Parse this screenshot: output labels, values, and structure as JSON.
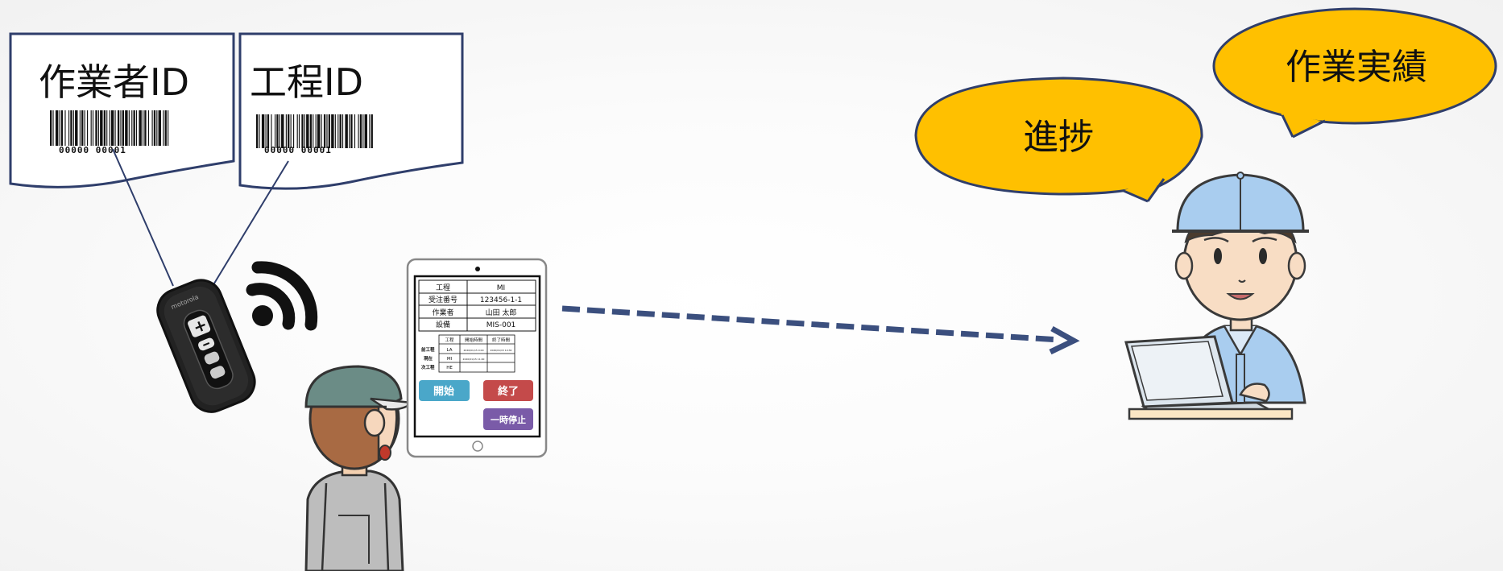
{
  "barcode_cards": [
    {
      "label": "作業者ID",
      "code": "00000 00001"
    },
    {
      "label": "工程ID",
      "code": "00000 00001"
    }
  ],
  "scanner": {
    "brand": "motorola"
  },
  "tablet": {
    "info_rows": [
      {
        "key": "工程",
        "value": "MI"
      },
      {
        "key": "受注番号",
        "value": "123456-1-1"
      },
      {
        "key": "作業者",
        "value": "山田 太郎"
      },
      {
        "key": "設備",
        "value": "MIS-001"
      }
    ],
    "process_table": {
      "headers": [
        "工程",
        "開始時間",
        "終了時間"
      ],
      "rows": [
        {
          "label": "前工程",
          "process": "LA",
          "start": "2020/01/15 9:00",
          "end": "2020/01/15 10:30"
        },
        {
          "label": "現在",
          "process": "MI",
          "start": "2020/01/15 11:00",
          "end": ""
        },
        {
          "label": "次工程",
          "process": "HE",
          "start": "",
          "end": ""
        }
      ]
    },
    "buttons": {
      "start": "開始",
      "end": "終了",
      "pause": "一時停止"
    },
    "colors": {
      "start": "#4aa7c9",
      "end": "#c44a4a",
      "pause": "#7a5ba8"
    }
  },
  "bubbles": [
    {
      "text": "進捗"
    },
    {
      "text": "作業実績"
    }
  ],
  "colors": {
    "bubble_fill": "#ffc000",
    "arrow": "#3b4f7e",
    "card_border": "#2f3e6b"
  }
}
